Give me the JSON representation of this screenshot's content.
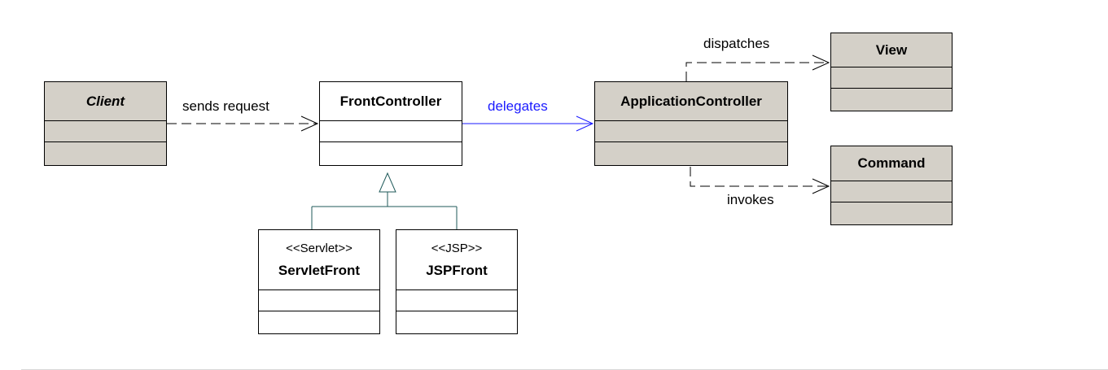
{
  "classes": {
    "client": {
      "name": "Client"
    },
    "front_controller": {
      "name": "FrontController"
    },
    "application_controller": {
      "name": "ApplicationController"
    },
    "view": {
      "name": "View"
    },
    "command": {
      "name": "Command"
    },
    "servlet_front": {
      "stereotype": "<<Servlet>>",
      "name": "ServletFront"
    },
    "jsp_front": {
      "stereotype": "<<JSP>>",
      "name": "JSPFront"
    }
  },
  "relations": {
    "sends_request": "sends request",
    "delegates": "delegates",
    "dispatches": "dispatches",
    "invokes": "invokes"
  },
  "colors": {
    "class_fill": "#d4d0c8",
    "delegates_line": "#1a1aff",
    "inheritance_line": "#1f5a5a"
  }
}
